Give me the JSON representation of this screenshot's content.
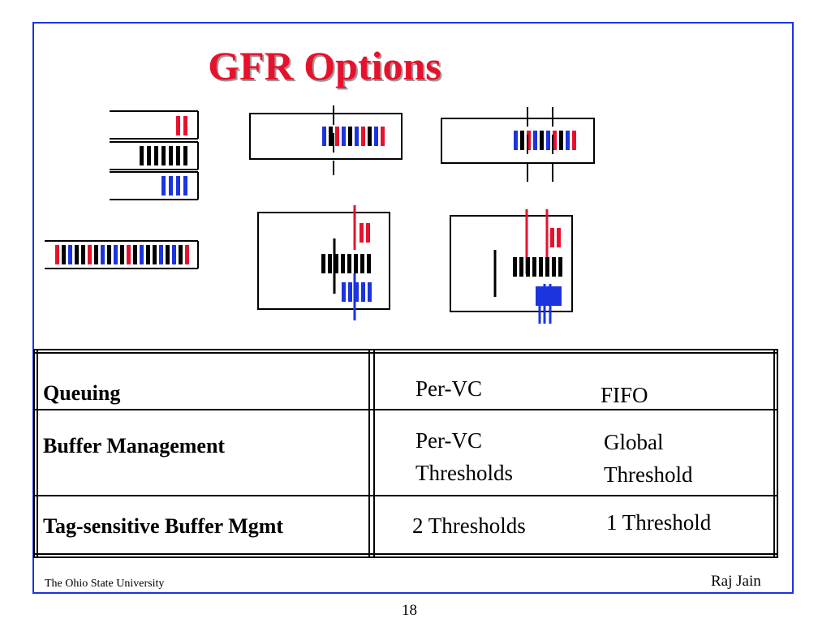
{
  "slide": {
    "title": "GFR Options",
    "footer_left": "The Ohio State University",
    "footer_right": "Raj Jain",
    "page_number": "18"
  },
  "colors": {
    "frame": "#1c33e0",
    "title": "#e8112d",
    "queue_red": "#e8112d",
    "queue_black": "#000000",
    "queue_blue": "#1c33e0"
  },
  "table": {
    "rows": [
      {
        "label": "Queuing",
        "col1": [
          "Per-VC"
        ],
        "col2": [
          "FIFO"
        ]
      },
      {
        "label": "Buffer Management",
        "col1": [
          "Per-VC",
          "Thresholds"
        ],
        "col2": [
          "Global",
          "Threshold"
        ]
      },
      {
        "label": "Tag-sensitive Buffer Mgmt",
        "col1": [
          "2 Thresholds"
        ],
        "col2": [
          "1 Threshold"
        ]
      }
    ]
  }
}
